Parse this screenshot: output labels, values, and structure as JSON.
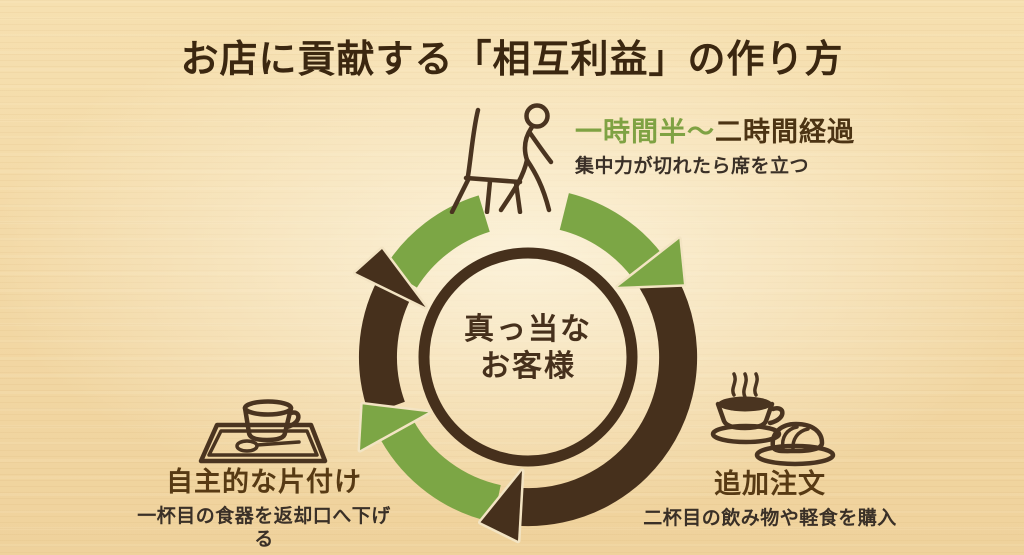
{
  "title": "お店に貢献する「相互利益」の作り方",
  "colors": {
    "background_tan": "#F3D9A6",
    "title_brown": "#3B2710",
    "arrow_green": "#7CA645",
    "arrow_brown": "#46301C",
    "heading_green": "#7FA243",
    "heading_brown": "#573A14",
    "body_text": "#3A3027",
    "outline_cream": "#F3E4C3"
  },
  "cycle": {
    "center_label": {
      "line1": "真っ当な",
      "line2": "お客様"
    },
    "arrows": [
      {
        "position": "top",
        "color": "green"
      },
      {
        "position": "right",
        "color": "brown"
      },
      {
        "position": "bottom-left",
        "color": "green"
      },
      {
        "position": "left",
        "color": "brown"
      }
    ]
  },
  "steps": [
    {
      "position": "top-right",
      "icon": "person-leaving-chair-icon",
      "heading_highlight": "一時間半〜",
      "heading_rest": "二時間経過",
      "description": "集中力が切れたら席を立つ"
    },
    {
      "position": "bottom-right",
      "icon": "coffee-and-pastry-icon",
      "heading": "追加注文",
      "description": "二杯目の飲み物や軽食を購入"
    },
    {
      "position": "bottom-left",
      "icon": "tray-cup-spoon-icon",
      "heading": "自主的な片付け",
      "description": "一杯目の食器を返却口へ下げる"
    }
  ]
}
